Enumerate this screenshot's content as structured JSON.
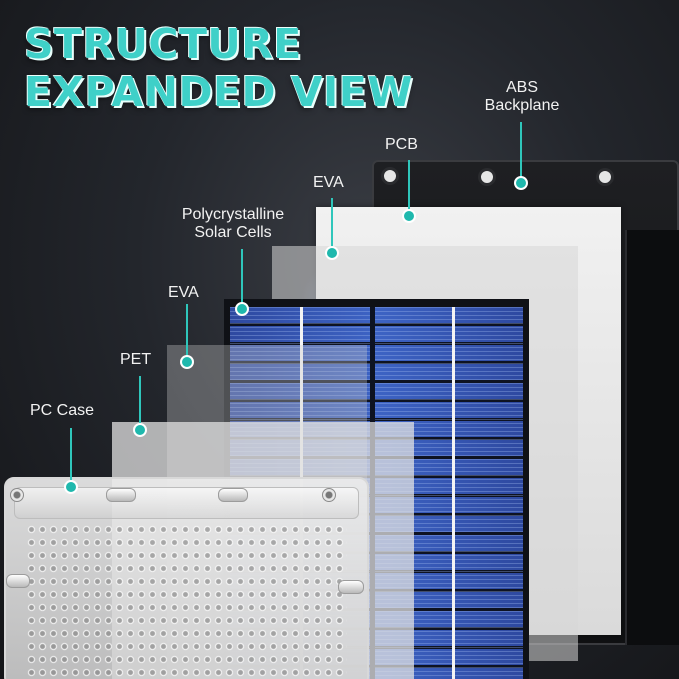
{
  "title": {
    "line1": "STRUCTURE",
    "line2": "EXPANDED VIEW"
  },
  "labels": {
    "abs_backplane_line1": "ABS",
    "abs_backplane_line2": "Backplane",
    "pcb": "PCB",
    "eva_top": "EVA",
    "cells_line1": "Polycrystalline",
    "cells_line2": "Solar Cells",
    "eva_lower": "EVA",
    "pet": "PET",
    "pc_case": "PC Case"
  },
  "colors": {
    "accent_teal": "#3fd0c8",
    "marker_teal": "#1fb8ad",
    "cell_blue": "#2f4fa8",
    "background": "#1c1e22"
  },
  "icons": {
    "marker": "teal-dot-icon"
  }
}
